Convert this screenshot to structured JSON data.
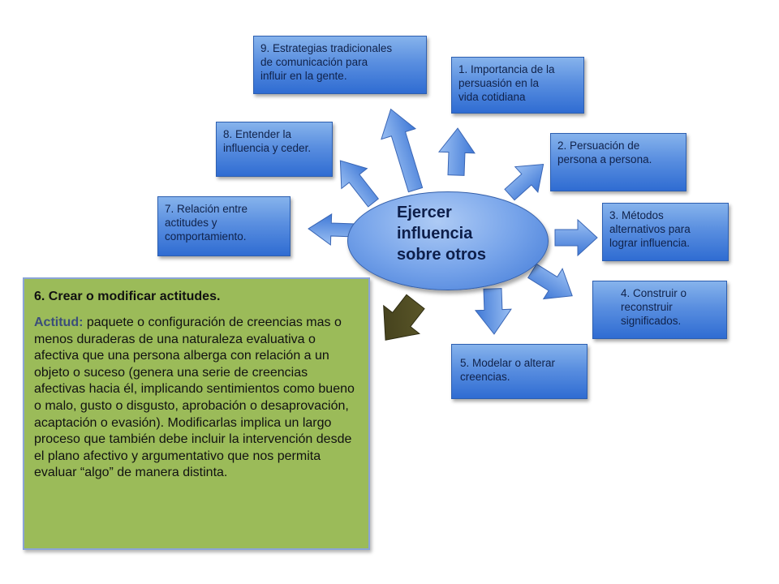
{
  "center": {
    "label": "Ejercer\ninfluencia\nsobre otros"
  },
  "nodes": [
    {
      "id": "n9",
      "text": "9. Estrategias tradicionales\nde comunicación para\ninfluir en la gente."
    },
    {
      "id": "n1",
      "text": "1. Importancia de la\npersuasión en la\nvida cotidiana"
    },
    {
      "id": "n8",
      "text": "8. Entender la\ninfluencia y ceder."
    },
    {
      "id": "n2",
      "text": "2. Persuación de\npersona a persona."
    },
    {
      "id": "n7",
      "text": "7.  Relación entre\nactitudes  y\ncomportamiento."
    },
    {
      "id": "n3",
      "text": "3. Métodos\nalternativos para\nlograr influencia."
    },
    {
      "id": "n4",
      "text": "4. Construir o\nreconstruir\nsignificados."
    },
    {
      "id": "n5",
      "text": "5. Modelar o alterar\ncreencias."
    }
  ],
  "detail": {
    "title": "6. Crear o modificar actitudes.",
    "term": "Actitud:",
    "text": " paquete o configuración de creencias mas o menos duraderas de una naturaleza evaluativa o afectiva que una persona alberga con relación a un objeto o suceso (genera una serie de creencias afectivas hacia él, implicando sentimientos como bueno o malo, gusto o disgusto, aprobación o desaprovación, acaptación o evasión). Modificarlas implica un largo proceso que también debe incluir la intervención desde el plano afectivo y argumentativo que nos permita evaluar “algo” de manera distinta."
  },
  "colors": {
    "box_fill": "#5a8fe0",
    "arrow_fill": "#6f9fe6",
    "detail_fill": "#9bbb59",
    "dark_arrow": "#4d4a22"
  }
}
